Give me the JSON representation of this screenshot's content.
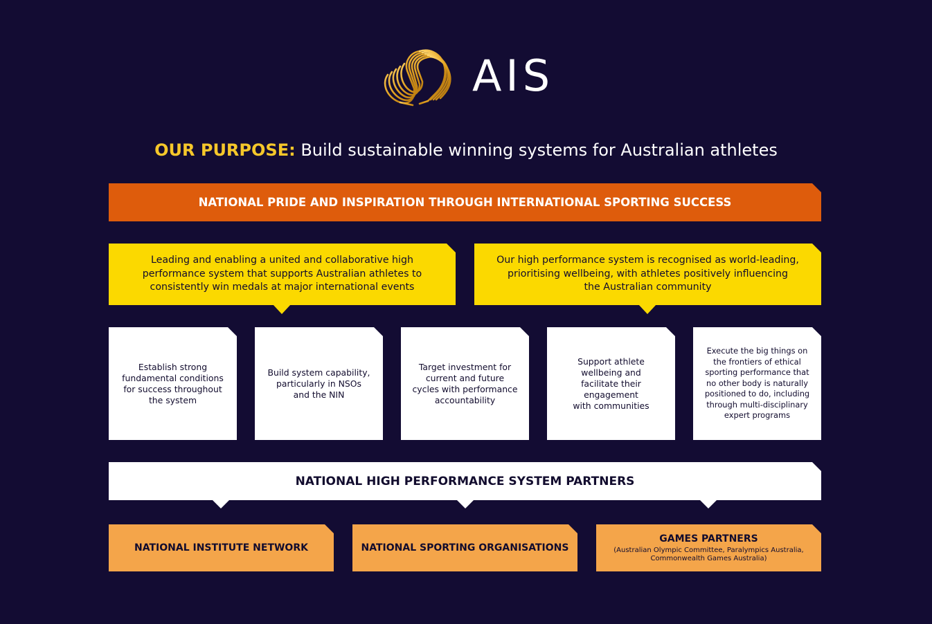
{
  "logo": {
    "text": "AIS"
  },
  "purpose": {
    "label": "OUR PURPOSE:",
    "text": "Build sustainable winning systems for Australian athletes"
  },
  "banner": "NATIONAL PRIDE AND INSPIRATION THROUGH INTERNATIONAL SPORTING SUCCESS",
  "goals": [
    "Leading and enabling a united and collaborative high\nperformance system that supports Australian athletes to\nconsistently win medals at major international events",
    "Our high performance system is recognised as world-leading,\nprioritising wellbeing, with athletes positively influencing\nthe Australian community"
  ],
  "strategies": [
    "Establish strong\nfundamental conditions\nfor success throughout\nthe system",
    "Build system capability,\nparticularly in NSOs\nand the NIN",
    "Target investment for\ncurrent and future\ncycles with performance\naccountability",
    "Support athlete\nwellbeing and\nfacilitate their\nengagement\nwith communities",
    "Execute the big things on\nthe frontiers of ethical\nsporting performance that\nno other body is naturally\npositioned to do, including\nthrough multi-disciplinary\nexpert programs"
  ],
  "partners": {
    "title": "NATIONAL HIGH PERFORMANCE SYSTEM PARTNERS",
    "items": [
      {
        "title": "NATIONAL INSTITUTE NETWORK",
        "sub": ""
      },
      {
        "title": "NATIONAL SPORTING ORGANISATIONS",
        "sub": ""
      },
      {
        "title": "GAMES PARTNERS",
        "sub": "(Australian Olympic Committee, Paralympics Australia,\nCommonwealth Games Australia)"
      }
    ]
  },
  "colors": {
    "background": "#130c33",
    "banner": "#de5c0c",
    "goal": "#fbd900",
    "partner": "#f4a54a",
    "accent": "#f5c72a"
  }
}
